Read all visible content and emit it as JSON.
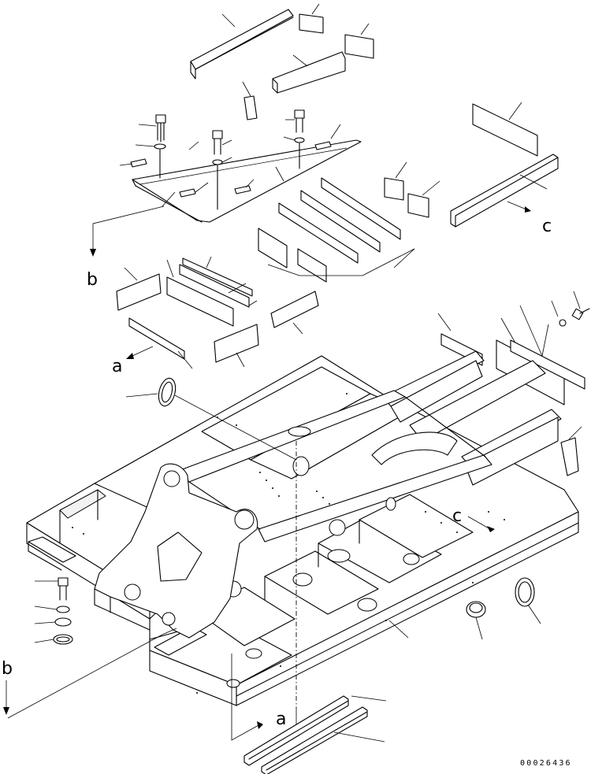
{
  "diagram": {
    "view_labels": {
      "a_top": "a",
      "a_bottom": "a",
      "b_top": "b",
      "b_left": "b",
      "c_right": "c",
      "c_frame": "c"
    },
    "document_number": "00026436"
  }
}
